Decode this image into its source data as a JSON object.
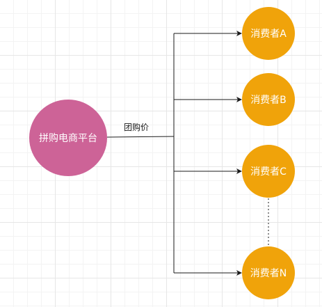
{
  "diagram": {
    "source": {
      "label": "拼购电商平台",
      "color": "#cd6397"
    },
    "edge_label": "团购价",
    "consumer_color": "#f0a30a",
    "line_color": "#1a1a1a",
    "consumers": [
      {
        "label": "消费者A"
      },
      {
        "label": "消费者B"
      },
      {
        "label": "消费者C"
      },
      {
        "label": "消费者N"
      }
    ]
  }
}
